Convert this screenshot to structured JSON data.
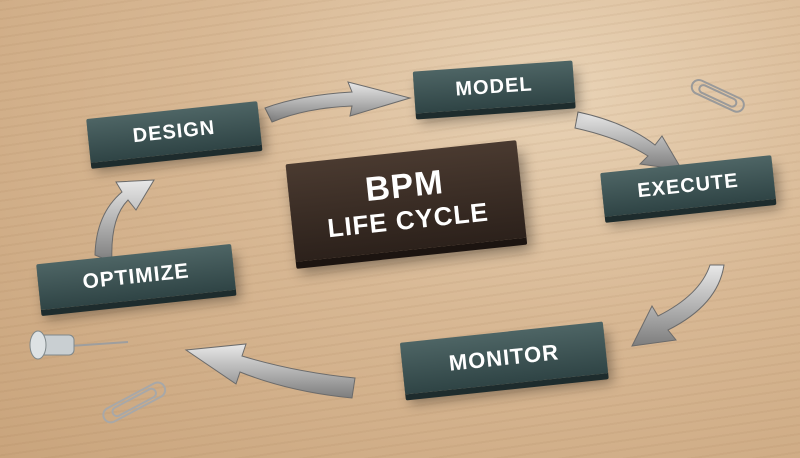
{
  "diagram": {
    "center": {
      "title": "BPM",
      "subtitle": "LIFE CYCLE"
    },
    "stages": [
      {
        "label": "DESIGN"
      },
      {
        "label": "MODEL"
      },
      {
        "label": "EXECUTE"
      },
      {
        "label": "MONITOR"
      },
      {
        "label": "OPTIMIZE"
      }
    ],
    "colors": {
      "plate": "#3b5152",
      "center_plate": "#3a2b22",
      "arrow": "#b9b9b9",
      "background": "#d8b894"
    },
    "icons": [
      "arrow-icon",
      "paperclip-icon",
      "pushpin-icon"
    ]
  }
}
